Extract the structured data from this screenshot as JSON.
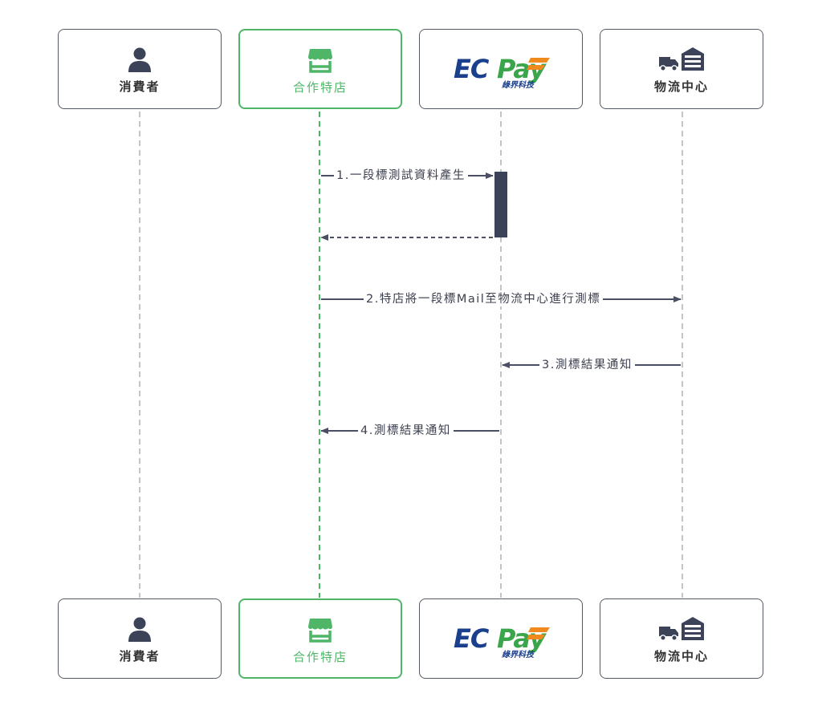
{
  "participants": [
    {
      "id": "consumer",
      "label": "消費者",
      "icon": "person-icon"
    },
    {
      "id": "merchant",
      "label": "合作特店",
      "icon": "store-icon",
      "color": "#4fb668"
    },
    {
      "id": "ecpay",
      "label": "",
      "icon": "ecpay-logo",
      "logo_text": "ECPay",
      "logo_sub": "綠界科技"
    },
    {
      "id": "logistics",
      "label": "物流中心",
      "icon": "truck-warehouse-icon"
    }
  ],
  "messages": [
    {
      "label": "1.一段標測試資料產生",
      "from": "merchant",
      "to": "ecpay",
      "style": "solid"
    },
    {
      "label": "",
      "from": "ecpay",
      "to": "merchant",
      "style": "dashed"
    },
    {
      "label": "2.特店將一段標Mail至物流中心進行測標",
      "from": "merchant",
      "to": "logistics",
      "style": "solid"
    },
    {
      "label": "3.測標結果通知",
      "from": "logistics",
      "to": "ecpay",
      "style": "solid"
    },
    {
      "label": "4.測標結果通知",
      "from": "ecpay",
      "to": "merchant",
      "style": "solid"
    }
  ],
  "colors": {
    "line": "#4a4f63",
    "lifeline": "#c4c4c4",
    "merchant": "#4fb668",
    "activation": "#3c4257",
    "logo_blue": "#1a3f8c",
    "logo_orange": "#f08a1e",
    "logo_green": "#3aa54a"
  }
}
